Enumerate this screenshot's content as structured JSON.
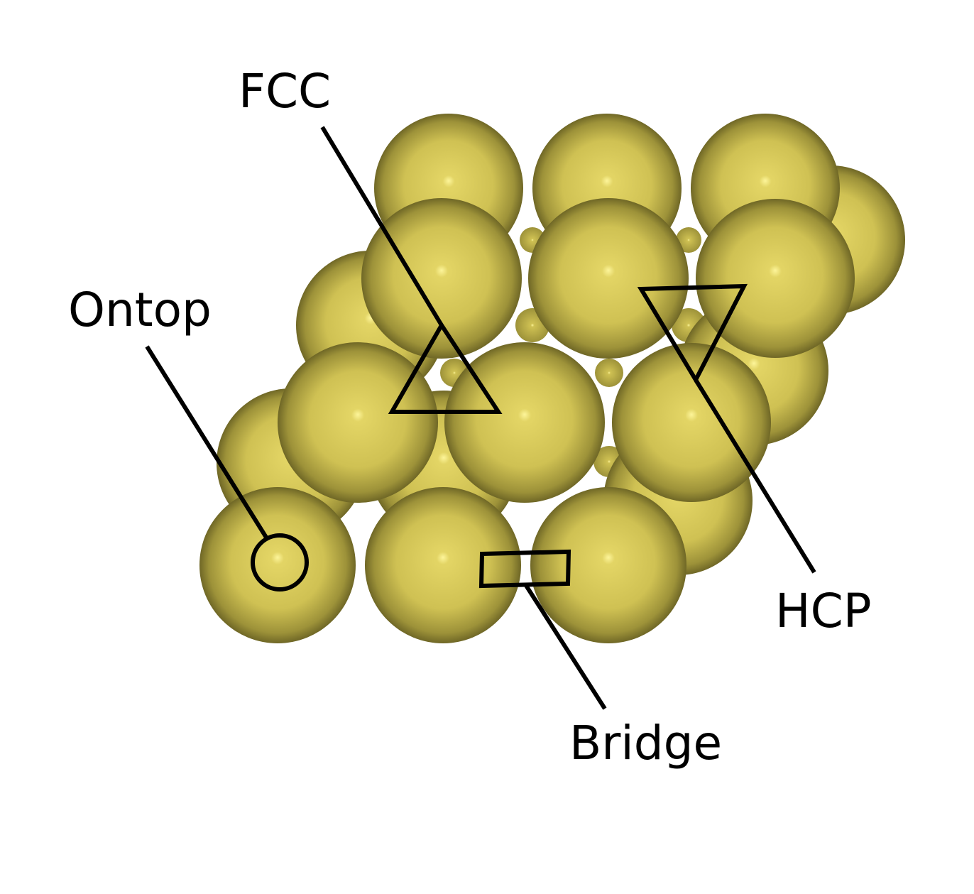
{
  "colors": {
    "atom_highlight": "#fdf59a",
    "atom_light": "#e3d565",
    "atom_mid": "#cfc153",
    "atom_shadow": "#9d9239",
    "atom_edge": "#6f6726",
    "site_marker": "#000000",
    "background": "#ffffff"
  },
  "labels": {
    "fcc": "FCC",
    "ontop": "Ontop",
    "hcp": "HCP",
    "bridge": "Bridge"
  }
}
